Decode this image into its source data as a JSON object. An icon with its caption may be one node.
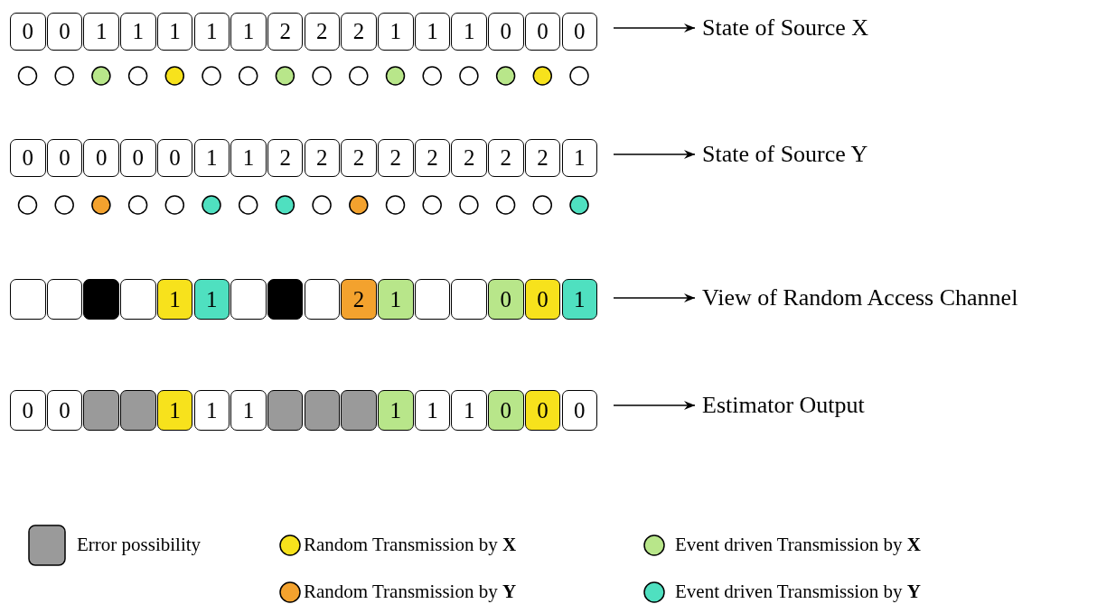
{
  "diagram": {
    "nodes": [
      {
        "text": [
          "0"
        ]
      },
      {
        "text": [
          "0"
        ]
      },
      {
        "text": [
          "1"
        ]
      },
      {
        "text": [
          "1"
        ]
      },
      {
        "text": [
          "1"
        ]
      },
      {
        "text": [
          "1"
        ]
      },
      {
        "text": [
          "1"
        ]
      },
      {
        "text": [
          "2"
        ]
      },
      {
        "text": [
          "2"
        ]
      },
      {
        "text": [
          "2"
        ]
      },
      {
        "text": [
          "1"
        ]
      },
      {
        "text": [
          "1"
        ]
      },
      {
        "text": [
          "1"
        ]
      },
      {
        "text": [
          "0"
        ]
      },
      {
        "text": [
          "0"
        ]
      },
      {
        "text": [
          "0"
        ]
      },
      {
        "text": [
          "State of Source X"
        ]
      },
      {
        "text": [
          "0"
        ]
      },
      {
        "text": [
          "0"
        ]
      },
      {
        "text": [
          "0"
        ]
      },
      {
        "text": [
          "0"
        ]
      },
      {
        "text": [
          "0"
        ]
      },
      {
        "text": [
          "1"
        ]
      },
      {
        "text": [
          "1"
        ]
      },
      {
        "text": [
          "2"
        ]
      },
      {
        "text": [
          "2"
        ]
      },
      {
        "text": [
          "2"
        ]
      },
      {
        "text": [
          "2"
        ]
      },
      {
        "text": [
          "2"
        ]
      },
      {
        "text": [
          "2"
        ]
      },
      {
        "text": [
          "2"
        ]
      },
      {
        "text": [
          "2"
        ]
      },
      {
        "text": [
          "1"
        ]
      },
      {
        "text": [
          "State of Source Y"
        ]
      },
      {
        "text": [],
        "shape": "box"
      },
      {
        "text": [],
        "shape": "box"
      },
      {
        "text": [],
        "shape": "box"
      },
      {
        "text": [],
        "shape": "box"
      },
      {
        "text": [
          "1"
        ]
      },
      {
        "text": [
          "1"
        ]
      },
      {
        "text": [],
        "shape": "box"
      },
      {
        "text": [],
        "shape": "box"
      },
      {
        "text": [],
        "shape": "box"
      },
      {
        "text": [
          "2"
        ]
      },
      {
        "text": [
          "1"
        ]
      },
      {
        "text": [],
        "shape": "box"
      },
      {
        "text": [],
        "shape": "box"
      },
      {
        "text": [
          "0"
        ]
      },
      {
        "text": [
          "0"
        ]
      },
      {
        "text": [
          "1"
        ]
      },
      {
        "text": [
          "View of Random Access Channel"
        ]
      },
      {
        "text": [
          "0"
        ]
      },
      {
        "text": [
          "0"
        ]
      },
      {
        "text": [],
        "shape": "box"
      },
      {
        "text": [],
        "shape": "box"
      },
      {
        "text": [
          "1"
        ]
      },
      {
        "text": [
          "1"
        ]
      },
      {
        "text": [
          "1"
        ]
      },
      {
        "text": [],
        "shape": "box"
      },
      {
        "text": [],
        "shape": "box"
      },
      {
        "text": [],
        "shape": "box"
      },
      {
        "text": [
          "1"
        ]
      },
      {
        "text": [
          "1"
        ]
      },
      {
        "text": [
          "1"
        ]
      },
      {
        "text": [
          "0"
        ]
      },
      {
        "text": [
          "0"
        ]
      },
      {
        "text": [
          "0"
        ]
      },
      {
        "text": [
          "Estimator Output"
        ]
      }
    ],
    "edges": [
      {
        "from": 15,
        "to": 16,
        "arrow": "to"
      },
      {
        "from": 32,
        "to": 33,
        "arrow": "to"
      },
      {
        "from": 49,
        "to": 50,
        "arrow": "to"
      },
      {
        "from": 66,
        "to": 67,
        "arrow": "to"
      }
    ],
    "legend": [
      {
        "text": "Error possibility",
        "color": "#9a9a9a"
      },
      {
        "text": "Random Transmission by **X**",
        "color": "#f7e21c"
      },
      {
        "text": "Event driven Transmission by **X**",
        "color": "#b8e68a"
      },
      {
        "text": "Random Transmission by **Y**",
        "color": "#f3a22e"
      },
      {
        "text": "Event driven Transmission by **Y**",
        "color": "#4fe0c0"
      }
    ]
  }
}
